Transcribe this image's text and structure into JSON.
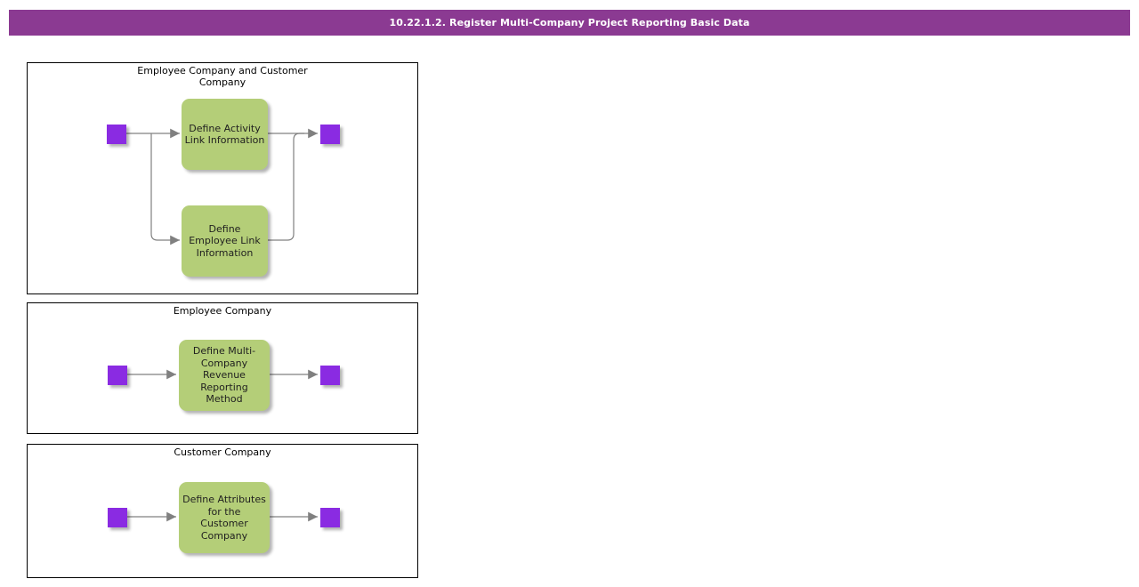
{
  "header": {
    "title": "10.22.1.2. Register Multi-Company Project Reporting Basic Data"
  },
  "colors": {
    "header_bg": "#8B3A92",
    "header_text": "#FFFFFF",
    "node_purple": "#8A2BE2",
    "task_green": "#B4CE78",
    "task_text": "#1F1F1F",
    "line_gray": "#808080",
    "lane_border": "#000000"
  },
  "lanes": [
    {
      "title": "Employee Company and Customer\nCompany",
      "start_node": "purple-connector-square",
      "end_node": "purple-connector-square",
      "tasks": [
        {
          "label": "Define Activity\nLink Information"
        },
        {
          "label": "Define\nEmployee Link\nInformation"
        }
      ]
    },
    {
      "title": "Employee Company",
      "start_node": "purple-connector-square",
      "end_node": "purple-connector-square",
      "tasks": [
        {
          "label": "Define Multi-\nCompany\nRevenue\nReporting\nMethod"
        }
      ]
    },
    {
      "title": "Customer Company",
      "start_node": "purple-connector-square",
      "end_node": "purple-connector-square",
      "tasks": [
        {
          "label": "Define Attributes\nfor the\nCustomer\nCompany"
        }
      ]
    }
  ]
}
